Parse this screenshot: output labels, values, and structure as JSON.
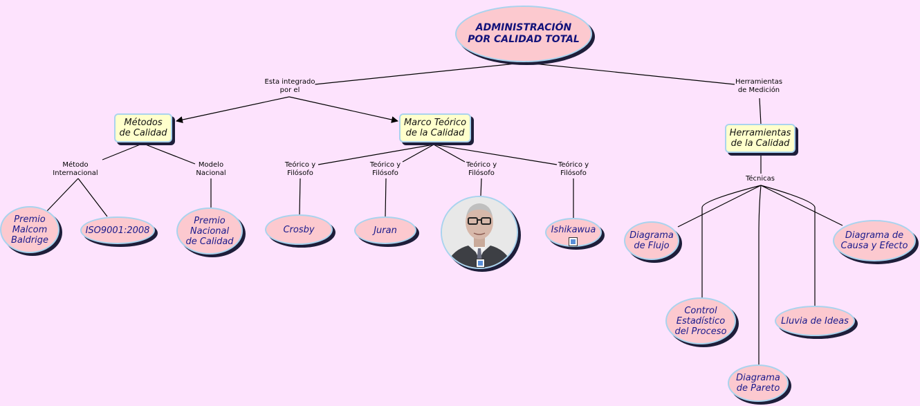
{
  "root": "ADMINISTRACIÓN\nPOR CALIDAD TOTAL",
  "link_labels": {
    "integrado": "Esta integrado\npor el",
    "herramientas_medicion": "Herramientas\nde Medición",
    "metodo_internacional": "Método\nInternacional",
    "modelo_nacional": "Modelo\nNacional",
    "teorico_1": "Teórico y\nFilósofo",
    "teorico_2": "Teórico y\nFilósofo",
    "teorico_3": "Teórico y\nFilósofo",
    "teorico_4": "Teórico y\nFilósofo",
    "tecnicas": "Técnicas"
  },
  "concepts": {
    "metodos": "Métodos\nde Calidad",
    "marco": "Marco Teórico\nde la Calidad",
    "herramientas": "Herramientas\nde la Calidad",
    "baldrige": "Premio\nMalcom\nBaldrige",
    "iso": "ISO9001:2008",
    "premio_nacional": "Premio\nNacional\nde Calidad",
    "crosby": "Crosby",
    "juran": "Juran",
    "ishikawua": "Ishikawua",
    "flujo": "Diagrama\nde Flujo",
    "causa_efecto": "Diagrama de\nCausa y Efecto",
    "control": "Control\nEstadístico\ndel Proceso",
    "lluvia": "Lluvia de Ideas",
    "pareto": "Diagrama\nde Pareto"
  },
  "icons": {
    "photo": "portrait-photo",
    "document": "document-icon",
    "image": "image-icon"
  },
  "colors": {
    "background": "#fde3fd",
    "oval_fill": "#fcc9cf",
    "rect_fill": "#ffffcc",
    "border": "#a9d3ee",
    "text": "#1a1a8c"
  }
}
